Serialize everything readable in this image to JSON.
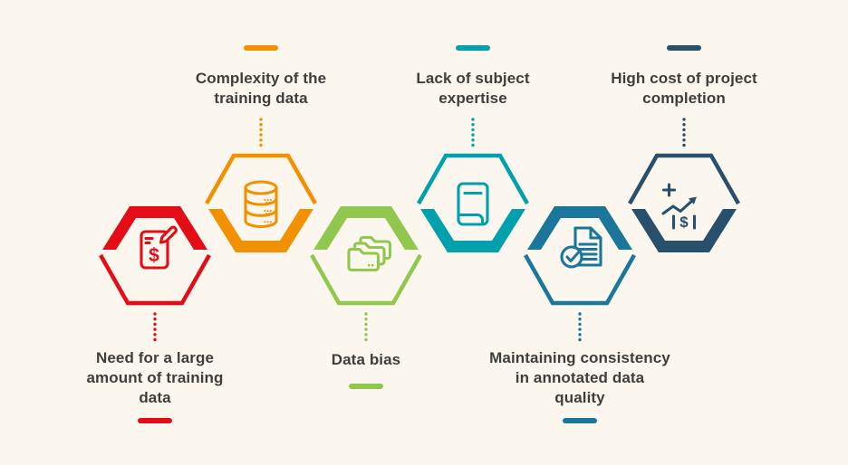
{
  "canvas": {
    "background": "#fbf7ee",
    "text_color": "#3e3e3d"
  },
  "items": [
    {
      "label": "Need for a large\namount of training\ndata",
      "color": "#e40c17",
      "icon": "document-dollar-pencil-icon",
      "icon_glyph": "$",
      "position": "bottom"
    },
    {
      "label": "Complexity of the\ntraining data",
      "color": "#f29100",
      "icon": "database-icon",
      "position": "top"
    },
    {
      "label": "Data bias",
      "color": "#92c74e",
      "icon": "folders-icon",
      "position": "bottom"
    },
    {
      "label": "Lack of subject\nexpertise",
      "color": "#00a0ad",
      "icon": "book-icon",
      "position": "top"
    },
    {
      "label": "Maintaining consistency\nin annotated data\nquality",
      "color": "#1b769b",
      "icon": "document-check-icon",
      "position": "bottom"
    },
    {
      "label": "High cost of project\ncompletion",
      "color": "#284f6c",
      "icon": "cost-growth-chart-icon",
      "icon_glyph": "$",
      "position": "top"
    }
  ]
}
